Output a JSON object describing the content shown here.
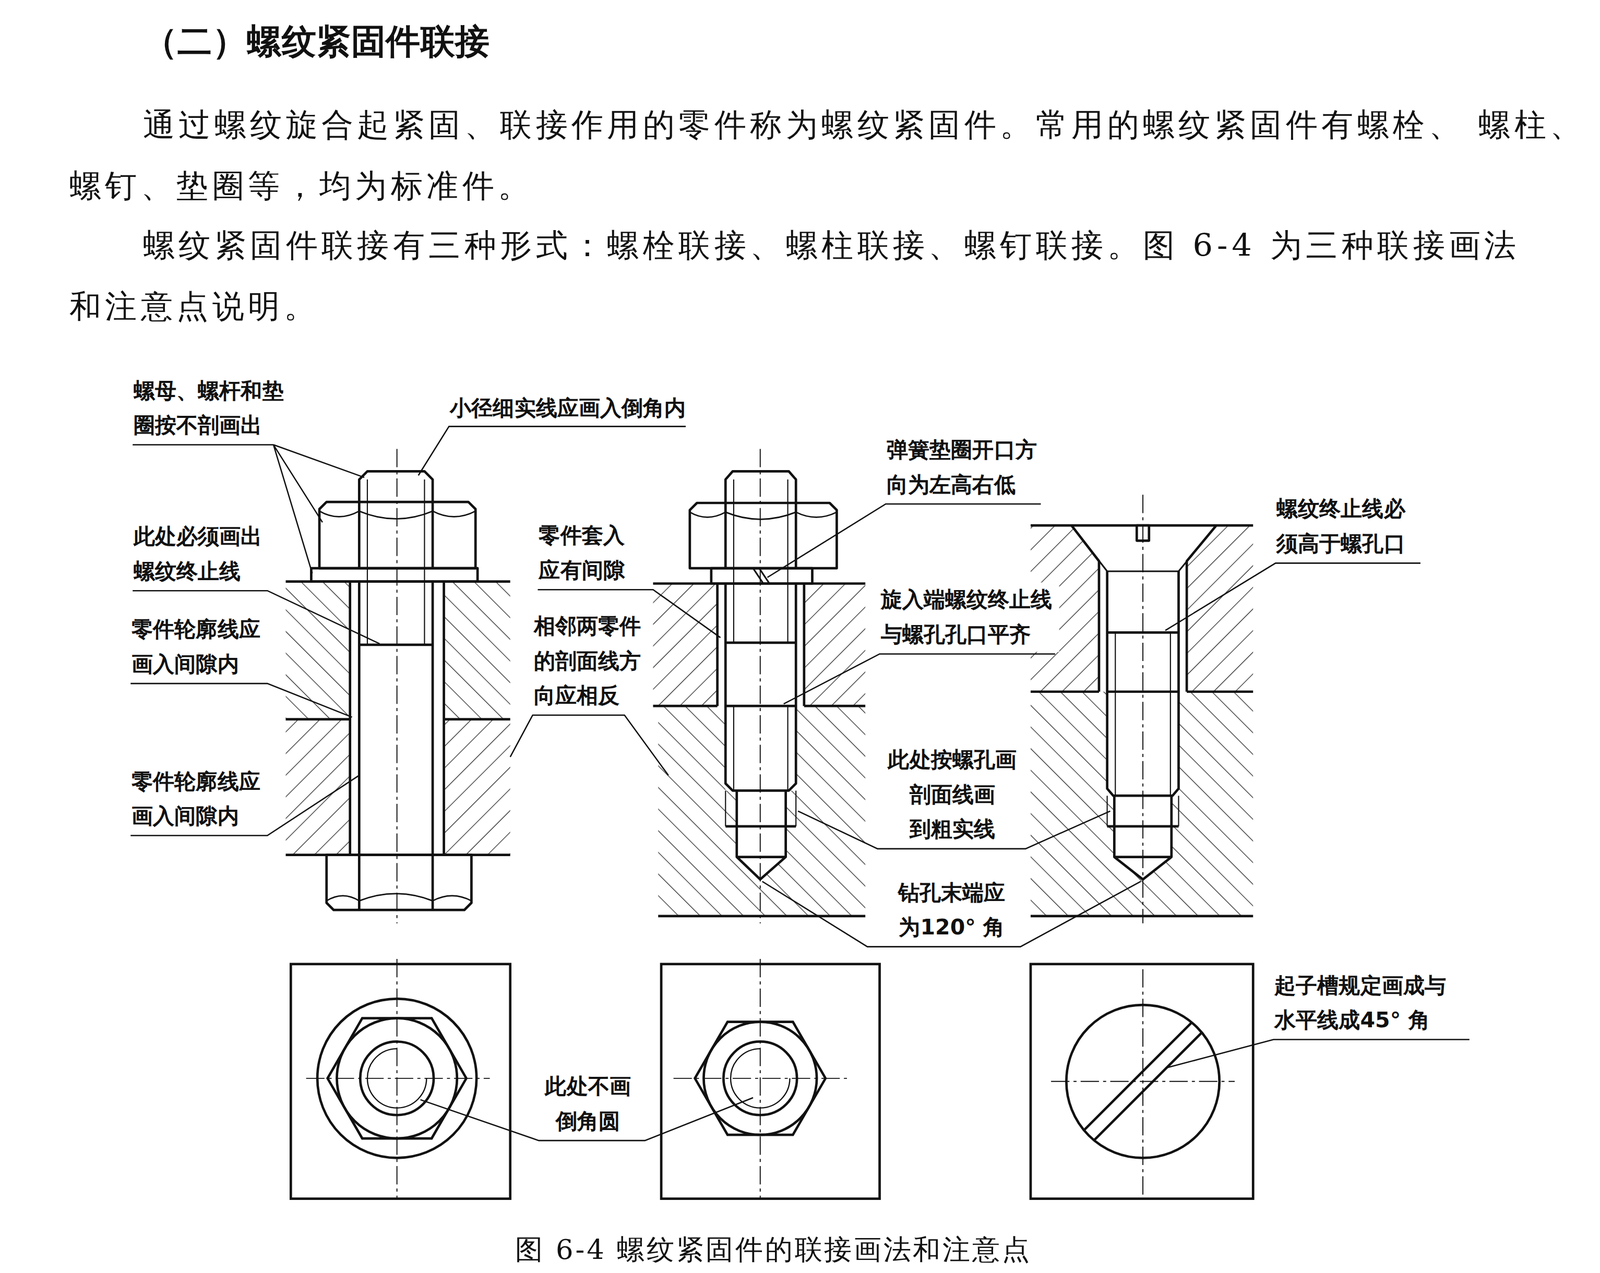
{
  "diagram": {
    "title": "（二）螺纹紧固件联接",
    "caption": "图 6-4 螺纹紧固件的联接画法和注意点",
    "labels": [
      "通过螺纹旋合起紧固、联接作用的零件称为螺纹紧固件。常用的螺纹紧固件有螺栓、 螺柱、螺钉、垫圈等，均为标准件。",
      "螺纹紧固件联接有三种形式：螺栓联接、螺柱联接、螺钉联接。图 6-4 为三种联接画法 和注意点说明。",
      "螺母、螺杆和垫 圈按不剖画出",
      "小径细实线应画入倒角内",
      "弹簧垫圈开口方 向为左高右低",
      "此处必须画出 螺纹终止线",
      "零件套入 应有间隙",
      "螺纹终止线必 须高于螺孔口",
      "旋入端螺纹终止线 与螺孔孔口平齐",
      "零件轮廓线应 画入间隙内",
      "相邻两零件 的剖面线方 向应相反",
      "此处按螺孔画 剖面线画 到粗实线",
      "零件轮廓线应 画入间隙内",
      "钻孔末端应 为120° 角",
      "起子槽规定画成与 水平线成45° 角",
      "此处不画 倒角圆"
    ]
  }
}
